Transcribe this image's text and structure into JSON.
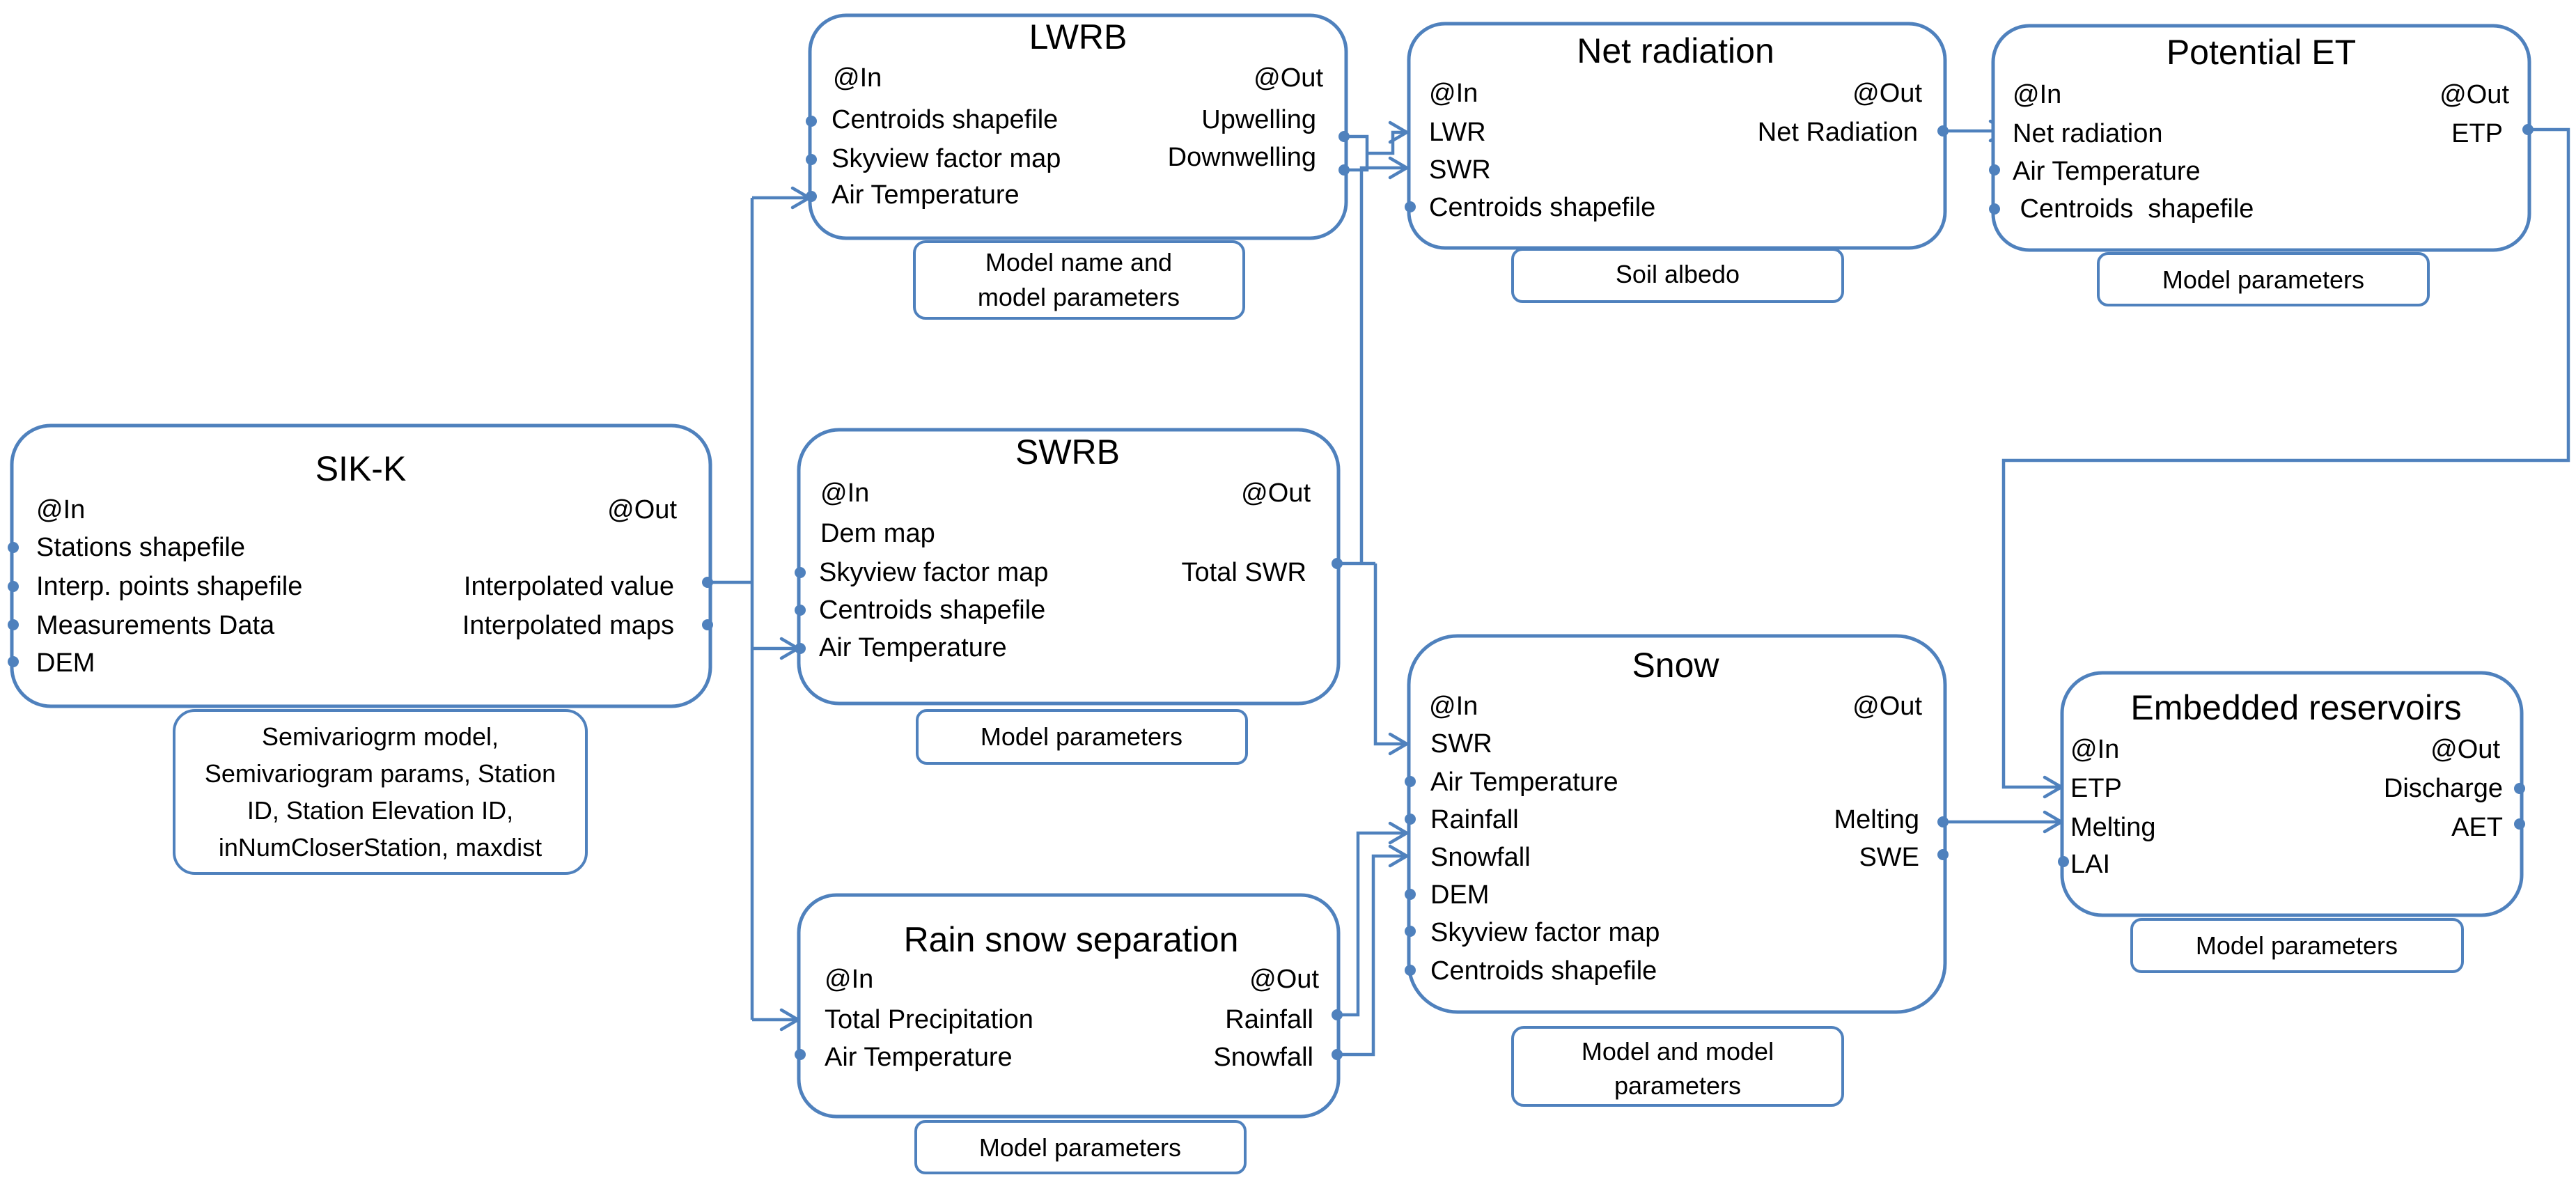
{
  "components": {
    "sikk": {
      "title": "SIK-K",
      "in_header": "@In",
      "out_header": "@Out",
      "inputs": [
        "Stations shapefile",
        "Interp. points shapefile",
        "Measurements Data",
        "DEM"
      ],
      "outputs": [
        "Interpolated value",
        "Interpolated maps"
      ],
      "params": [
        "Semivariogrm model,",
        "Semivariogram params, Station",
        "ID, Station Elevation ID,",
        "inNumCloserStation, maxdist"
      ]
    },
    "lwrb": {
      "title": "LWRB",
      "in_header": "@In",
      "out_header": "@Out",
      "inputs": [
        "Centroids shapefile",
        "Skyview factor map",
        "Air Temperature"
      ],
      "outputs": [
        "Upwelling",
        "Downwelling"
      ],
      "params": [
        "Model name and",
        "model parameters"
      ]
    },
    "swrb": {
      "title": "SWRB",
      "in_header": "@In",
      "out_header": "@Out",
      "inputs": [
        "Dem map",
        "Skyview factor map",
        "Centroids shapefile",
        "Air Temperature"
      ],
      "outputs": [
        "Total SWR"
      ],
      "params": [
        "Model parameters"
      ]
    },
    "rain_snow": {
      "title": "Rain snow separation",
      "in_header": "@In",
      "out_header": "@Out",
      "inputs": [
        "Total Precipitation",
        "Air Temperature"
      ],
      "outputs": [
        "Rainfall",
        "Snowfall"
      ],
      "params": [
        "Model parameters"
      ]
    },
    "net_radiation": {
      "title": "Net radiation",
      "in_header": "@In",
      "out_header": "@Out",
      "inputs": [
        "LWR",
        "SWR",
        "Centroids  shapefile"
      ],
      "outputs": [
        "Net Radiation"
      ],
      "params": [
        "Soil albedo"
      ]
    },
    "snow": {
      "title": "Snow",
      "in_header": "@In",
      "out_header": "@Out",
      "inputs": [
        "SWR",
        "Air Temperature",
        "Rainfall",
        "Snowfall",
        "DEM",
        "Skyview factor map",
        "Centroids  shapefile"
      ],
      "outputs": [
        "Melting",
        "SWE"
      ],
      "params": [
        "Model and model",
        "parameters"
      ]
    },
    "potential_et": {
      "title": "Potential ET",
      "in_header": "@In",
      "out_header": "@Out",
      "inputs": [
        "Net radiation",
        "Air Temperature",
        " Centroids  shapefile"
      ],
      "outputs": [
        "ETP"
      ],
      "params": [
        "Model parameters"
      ]
    },
    "reservoirs": {
      "title": "Embedded reservoirs",
      "in_header": "@In",
      "out_header": "@Out",
      "inputs": [
        "ETP",
        "Melting",
        "LAI"
      ],
      "outputs": [
        "Discharge",
        "AET"
      ],
      "params": [
        "Model parameters"
      ]
    }
  }
}
